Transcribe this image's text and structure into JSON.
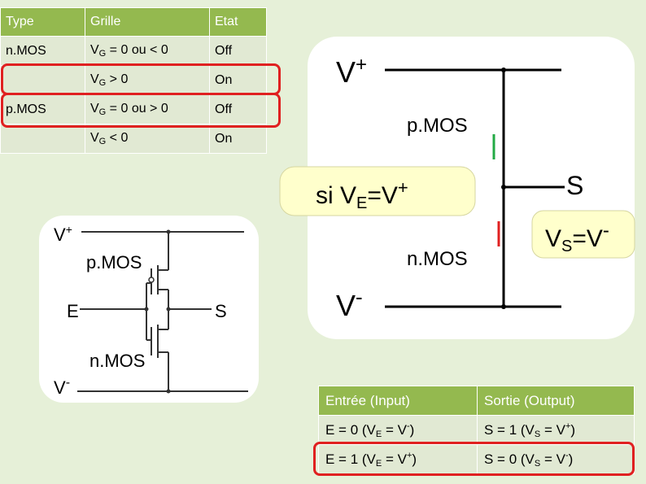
{
  "top_table": {
    "headers": [
      "Type",
      "Grille",
      "Etat"
    ],
    "rows": [
      {
        "type": "n.MOS",
        "grille_pre": "V",
        "grille_sub": "G",
        "grille_post": " = 0 ou < 0",
        "etat": "Off"
      },
      {
        "type": "",
        "grille_pre": "V",
        "grille_sub": "G",
        "grille_post": " > 0",
        "etat": "On"
      },
      {
        "type": "p.MOS",
        "grille_pre": "V",
        "grille_sub": "G",
        "grille_post": " = 0 ou > 0",
        "etat": "Off"
      },
      {
        "type": "",
        "grille_pre": "V",
        "grille_sub": "G",
        "grille_post": " < 0",
        "etat": "On"
      }
    ]
  },
  "big_circuit": {
    "vplus": "V",
    "vplus_sup": "+",
    "vminus": "V",
    "vminus_sup": "-",
    "pmos_label": "p.MOS",
    "nmos_label": "n.MOS",
    "s_label": "S"
  },
  "callout_si": {
    "pre": "si V",
    "sub": "E",
    "post": "=V",
    "sup": "+"
  },
  "callout_vs": {
    "pre": "V",
    "sub": "S",
    "post": "=V",
    "sup": "-"
  },
  "small_circuit": {
    "vplus": "V",
    "vplus_sup": "+",
    "vminus": "V",
    "vminus_sup": "-",
    "pmos_label": "p.MOS",
    "nmos_label": "n.MOS",
    "e_label": "E",
    "s_label": "S"
  },
  "bottom_table": {
    "headers": [
      "Entrée (Input)",
      "Sortie (Output)"
    ],
    "rows": [
      {
        "in_a": "E = 0  (V",
        "in_sub": "E",
        "in_b": " = V",
        "in_sup": "-",
        "in_c": ")",
        "out_a": "S = 1  (V",
        "out_sub": "S",
        "out_b": " = V",
        "out_sup": "+",
        "out_c": ")"
      },
      {
        "in_a": "E = 1  (V",
        "in_sub": "E",
        "in_b": " = V",
        "in_sup": "+",
        "in_c": ")",
        "out_a": "S = 0  (V",
        "out_sub": "S",
        "out_b": " = V",
        "out_sup": "-",
        "out_c": ")"
      }
    ]
  },
  "colors": {
    "accent_green": "#94b94f",
    "cell_bg": "#e1e9d3",
    "highlight_red": "#e02020",
    "callout_bg": "#ffffcc",
    "on_switch_green": "#22aa44",
    "off_switch_red": "#e02020"
  }
}
